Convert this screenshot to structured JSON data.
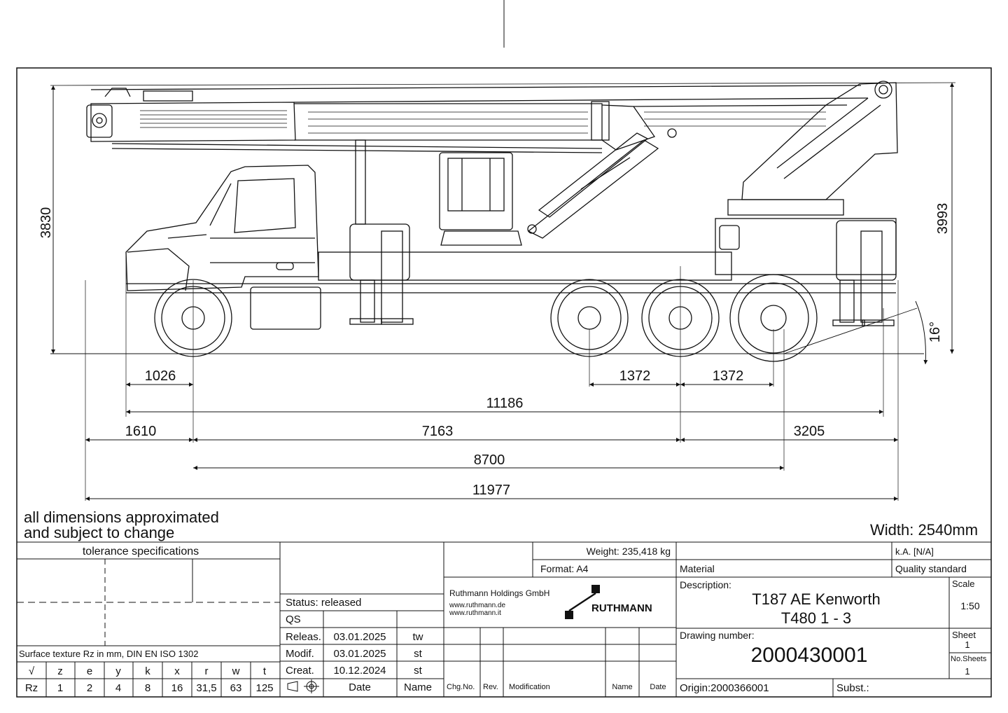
{
  "dimensions": {
    "height_front": "3830",
    "height_rear": "3993",
    "angle": "16°",
    "overhang_front": "1026",
    "axle_spacing_1": "1372",
    "axle_spacing_2": "1372",
    "length_1": "11186",
    "front_overhang": "1610",
    "wheelbase_front": "7163",
    "rear_overhang": "3205",
    "wheelbase": "8700",
    "overall_length": "11977"
  },
  "notes": {
    "line1": "all dimensions approximated",
    "line2": "and subject to change",
    "width": "Width: 2540mm"
  },
  "tolerance": {
    "header": "tolerance specifications",
    "surface_texture": "Surface texture Rz in mm, DIN EN ISO 1302",
    "row_labels": [
      "√",
      "z",
      "e",
      "y",
      "k",
      "x",
      "r",
      "w",
      "t"
    ],
    "row_values": [
      "Rz",
      "1",
      "2",
      "4",
      "8",
      "16",
      "31,5",
      "63",
      "125"
    ]
  },
  "status": {
    "status": "Status: released",
    "qs": "QS",
    "rows": [
      {
        "label": "Releas.",
        "date": "03.01.2025",
        "name": "tw"
      },
      {
        "label": "Modif.",
        "date": "03.01.2025",
        "name": "st"
      },
      {
        "label": "Creat.",
        "date": "10.12.2024",
        "name": "st"
      }
    ],
    "date_header": "Date",
    "name_header": "Name"
  },
  "company": {
    "weight": "Weight: 235,418 kg",
    "format": "Format: A4",
    "name": "Ruthmann Holdings GmbH",
    "url1": "www.ruthmann.de",
    "url2": "www.ruthmann.it",
    "logo_text": "RUTHMANN"
  },
  "revision": {
    "chg": "Chg.No.",
    "rev": "Rev.",
    "modification": "Modification",
    "name": "Name",
    "date": "Date"
  },
  "title": {
    "ka": "k.A. [N/A]",
    "material": "Material",
    "quality": "Quality standard",
    "description_label": "Description:",
    "description_1": "T187 AE Kenworth",
    "description_2": "T480 1 - 3",
    "scale_label": "Scale",
    "scale": "1:50",
    "drawing_label": "Drawing number:",
    "drawing_number": "2000430001",
    "sheet_label": "Sheet",
    "sheet": "1",
    "sheets_label": "No.Sheets",
    "sheets": "1",
    "origin": "Origin:2000366001",
    "subst": "Subst.:"
  }
}
